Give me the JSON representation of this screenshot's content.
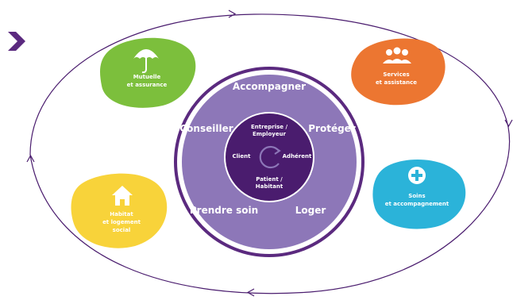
{
  "colors": {
    "purple_dark": "#4a1c6e",
    "purple_mid": "#8d77b8",
    "purple_ring": "#5b2a7f",
    "green": "#7cbf3c",
    "orange": "#ec7631",
    "yellow": "#f8d33a",
    "cyan": "#2bb3d9",
    "accent_chevron": "#5b2a7f"
  },
  "icons": {
    "chevron": "chevron-right-icon",
    "cycle": "cycle-arrows-icon",
    "umbrella": "umbrella-icon",
    "people": "people-group-icon",
    "house": "house-icon",
    "plus": "plus-circle-icon"
  },
  "ring_labels": {
    "top": "Accompagner",
    "left": "Conseiller",
    "right": "Protéger",
    "bottom_left": "Prendre soin",
    "bottom_right": "Loger"
  },
  "core": {
    "top_line1": "Entreprise /",
    "top_line2": "Employeur",
    "left": "Client",
    "right": "Adhérent",
    "bottom_line1": "Patient /",
    "bottom_line2": "Habitant"
  },
  "blobs": {
    "mutuelle": {
      "line1": "Mutuelle",
      "line2": "et assurance"
    },
    "services": {
      "line1": "Services",
      "line2": "et assistance"
    },
    "habitat": {
      "line1": "Habitat",
      "line2": "et logement",
      "line3": "social"
    },
    "soins": {
      "line1": "Soins",
      "line2": "et accompagnement"
    }
  }
}
